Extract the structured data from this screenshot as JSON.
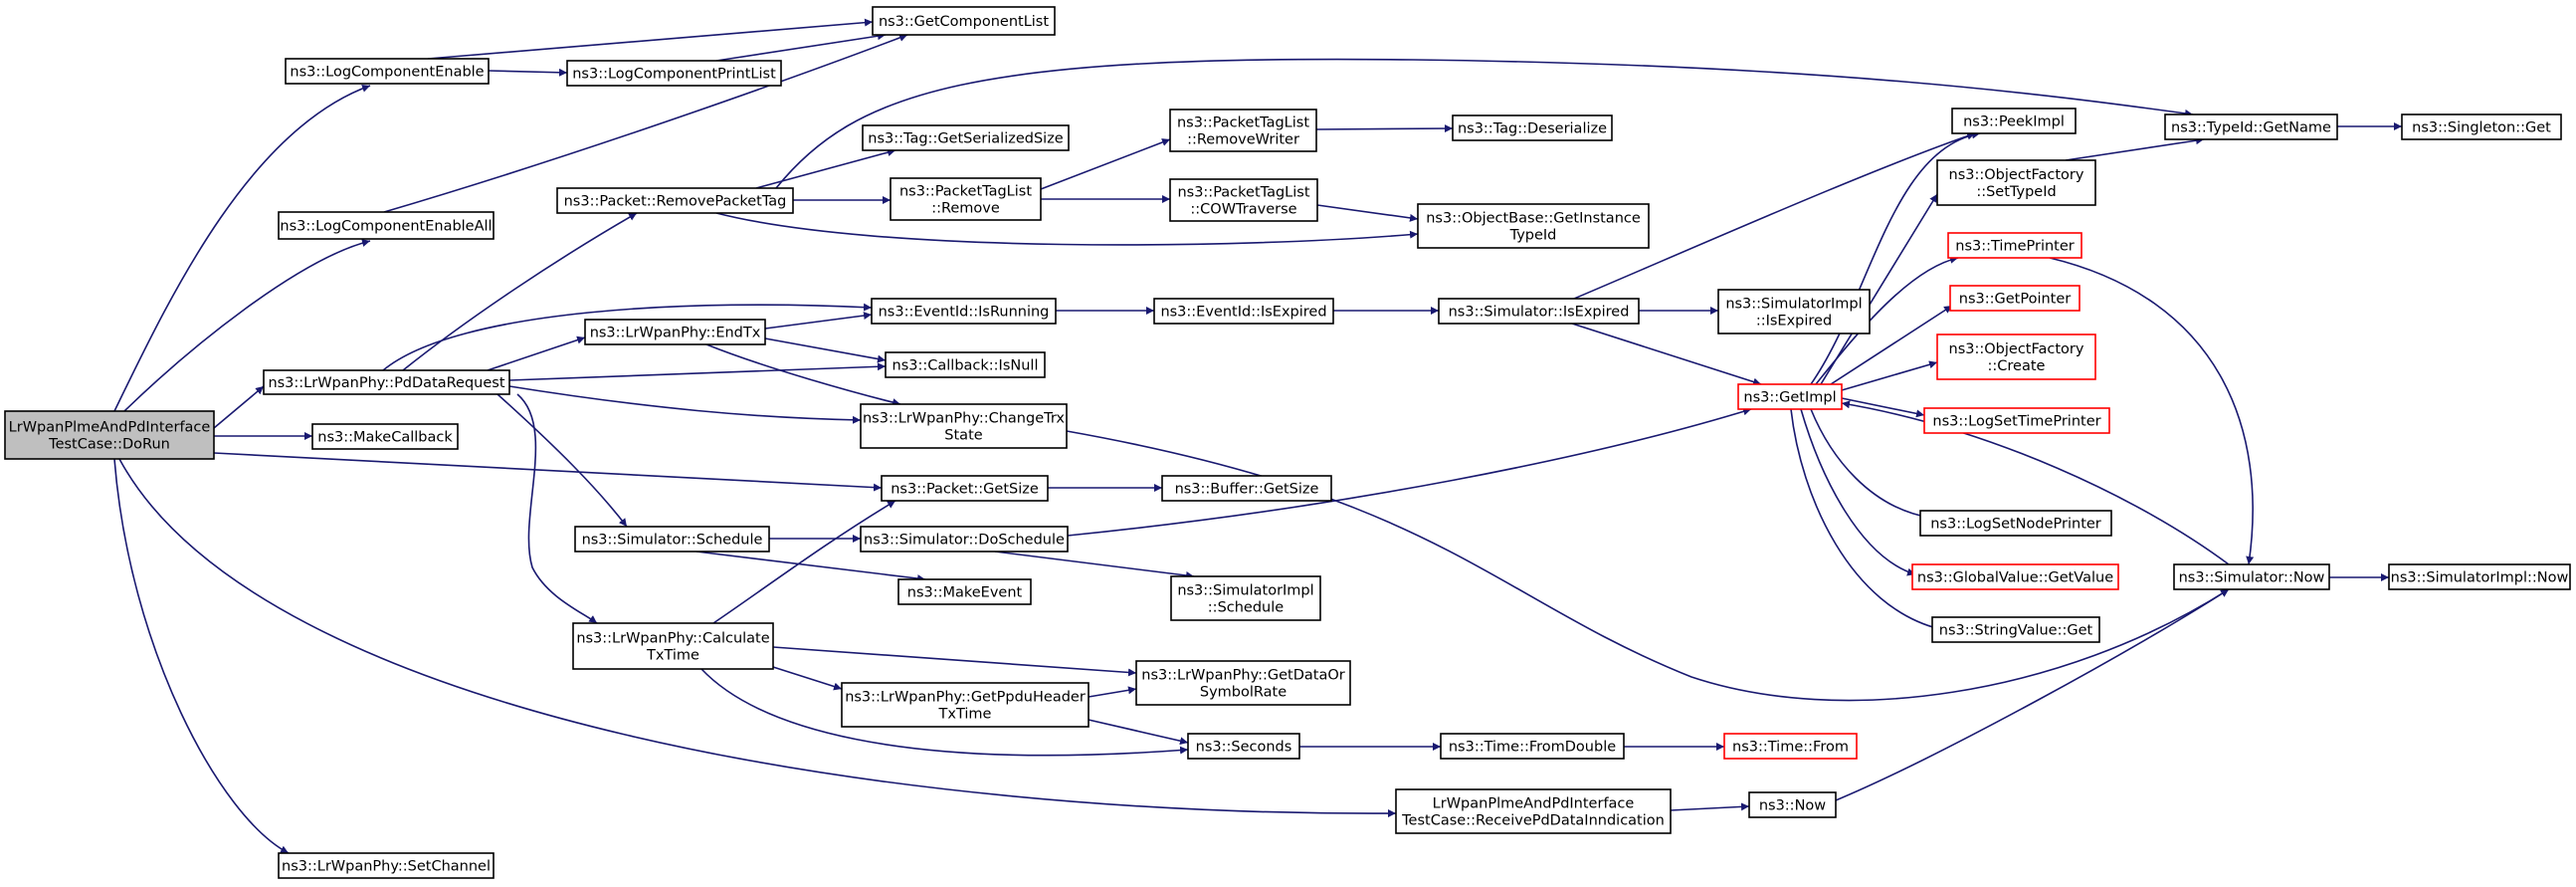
{
  "colors": {
    "edge": "#191970",
    "node_border": "#000000",
    "node_border_truncated": "#ff0000",
    "node_fill": "#ffffff",
    "root_fill": "#bfbfbf"
  },
  "nodes": [
    {
      "id": "root",
      "lines": [
        "LrWpanPlmeAndPdInterface",
        "TestCase::DoRun"
      ],
      "style": "root"
    },
    {
      "id": "n1",
      "lines": [
        "ns3::LogComponentEnable"
      ],
      "style": "normal"
    },
    {
      "id": "n2",
      "lines": [
        "ns3::LogComponentPrintList"
      ],
      "style": "normal"
    },
    {
      "id": "n3",
      "lines": [
        "ns3::GetComponentList"
      ],
      "style": "normal"
    },
    {
      "id": "n4",
      "lines": [
        "ns3::LogComponentEnableAll"
      ],
      "style": "normal"
    },
    {
      "id": "n5",
      "lines": [
        "ns3::LrWpanPhy::PdDataRequest"
      ],
      "style": "normal"
    },
    {
      "id": "n6",
      "lines": [
        "ns3::MakeCallback"
      ],
      "style": "normal"
    },
    {
      "id": "n7",
      "lines": [
        "ns3::LrWpanPhy::SetChannel"
      ],
      "style": "normal"
    },
    {
      "id": "n8",
      "lines": [
        "ns3::Packet::RemovePacketTag"
      ],
      "style": "normal"
    },
    {
      "id": "n9",
      "lines": [
        "ns3::Tag::GetSerializedSize"
      ],
      "style": "normal"
    },
    {
      "id": "n10",
      "lines": [
        "ns3::PacketTagList",
        "::Remove"
      ],
      "style": "normal"
    },
    {
      "id": "n11",
      "lines": [
        "ns3::PacketTagList",
        "::RemoveWriter"
      ],
      "style": "normal"
    },
    {
      "id": "n12",
      "lines": [
        "ns3::Tag::Deserialize"
      ],
      "style": "normal"
    },
    {
      "id": "n13",
      "lines": [
        "ns3::PacketTagList",
        "::COWTraverse"
      ],
      "style": "normal"
    },
    {
      "id": "n14",
      "lines": [
        "ns3::ObjectBase::GetInstance",
        "TypeId"
      ],
      "style": "normal"
    },
    {
      "id": "n15",
      "lines": [
        "ns3::TypeId::GetName"
      ],
      "style": "normal"
    },
    {
      "id": "n16",
      "lines": [
        "ns3::Singleton::Get"
      ],
      "style": "normal"
    },
    {
      "id": "n17",
      "lines": [
        "ns3::EventId::IsRunning"
      ],
      "style": "normal"
    },
    {
      "id": "n18",
      "lines": [
        "ns3::EventId::IsExpired"
      ],
      "style": "normal"
    },
    {
      "id": "n19",
      "lines": [
        "ns3::Simulator::IsExpired"
      ],
      "style": "normal"
    },
    {
      "id": "n20",
      "lines": [
        "ns3::SimulatorImpl",
        "::IsExpired"
      ],
      "style": "normal"
    },
    {
      "id": "n21",
      "lines": [
        "ns3::LrWpanPhy::EndTx"
      ],
      "style": "normal"
    },
    {
      "id": "n22",
      "lines": [
        "ns3::Callback::IsNull"
      ],
      "style": "normal"
    },
    {
      "id": "n23",
      "lines": [
        "ns3::LrWpanPhy::ChangeTrx",
        "State"
      ],
      "style": "normal"
    },
    {
      "id": "n24",
      "lines": [
        "ns3::Packet::GetSize"
      ],
      "style": "normal"
    },
    {
      "id": "n25",
      "lines": [
        "ns3::Buffer::GetSize"
      ],
      "style": "normal"
    },
    {
      "id": "n26",
      "lines": [
        "ns3::Simulator::Schedule"
      ],
      "style": "normal"
    },
    {
      "id": "n27",
      "lines": [
        "ns3::Simulator::DoSchedule"
      ],
      "style": "normal"
    },
    {
      "id": "n28",
      "lines": [
        "ns3::MakeEvent"
      ],
      "style": "normal"
    },
    {
      "id": "n29",
      "lines": [
        "ns3::SimulatorImpl",
        "::Schedule"
      ],
      "style": "normal"
    },
    {
      "id": "n30",
      "lines": [
        "ns3::LrWpanPhy::Calculate",
        "TxTime"
      ],
      "style": "normal"
    },
    {
      "id": "n31",
      "lines": [
        "ns3::LrWpanPhy::GetDataOr",
        "SymbolRate"
      ],
      "style": "normal"
    },
    {
      "id": "n32",
      "lines": [
        "ns3::LrWpanPhy::GetPpduHeader",
        "TxTime"
      ],
      "style": "normal"
    },
    {
      "id": "n33",
      "lines": [
        "ns3::Seconds"
      ],
      "style": "normal"
    },
    {
      "id": "n34",
      "lines": [
        "ns3::Time::FromDouble"
      ],
      "style": "normal"
    },
    {
      "id": "n35",
      "lines": [
        "ns3::Time::From"
      ],
      "style": "truncated"
    },
    {
      "id": "n36",
      "lines": [
        "LrWpanPlmeAndPdInterface",
        "TestCase::ReceivePdDataInndication"
      ],
      "style": "normal"
    },
    {
      "id": "n37",
      "lines": [
        "ns3::Now"
      ],
      "style": "normal"
    },
    {
      "id": "n38",
      "lines": [
        "ns3::GetImpl"
      ],
      "style": "truncated"
    },
    {
      "id": "n39",
      "lines": [
        "ns3::PeekImpl"
      ],
      "style": "normal"
    },
    {
      "id": "n40",
      "lines": [
        "ns3::ObjectFactory",
        "::SetTypeId"
      ],
      "style": "normal"
    },
    {
      "id": "n41",
      "lines": [
        "ns3::TimePrinter"
      ],
      "style": "truncated"
    },
    {
      "id": "n42",
      "lines": [
        "ns3::GetPointer"
      ],
      "style": "truncated"
    },
    {
      "id": "n43",
      "lines": [
        "ns3::ObjectFactory",
        "::Create"
      ],
      "style": "truncated"
    },
    {
      "id": "n44",
      "lines": [
        "ns3::LogSetTimePrinter"
      ],
      "style": "truncated"
    },
    {
      "id": "n45",
      "lines": [
        "ns3::LogSetNodePrinter"
      ],
      "style": "normal"
    },
    {
      "id": "n46",
      "lines": [
        "ns3::GlobalValue::GetValue"
      ],
      "style": "truncated"
    },
    {
      "id": "n47",
      "lines": [
        "ns3::StringValue::Get"
      ],
      "style": "normal"
    },
    {
      "id": "n48",
      "lines": [
        "ns3::Simulator::Now"
      ],
      "style": "normal"
    },
    {
      "id": "n49",
      "lines": [
        "ns3::SimulatorImpl::Now"
      ],
      "style": "normal"
    }
  ],
  "edges": [
    [
      "root",
      "n1"
    ],
    [
      "root",
      "n4"
    ],
    [
      "root",
      "n5"
    ],
    [
      "root",
      "n6"
    ],
    [
      "root",
      "n24"
    ],
    [
      "root",
      "n36"
    ],
    [
      "root",
      "n7"
    ],
    [
      "n1",
      "n2"
    ],
    [
      "n1",
      "n3"
    ],
    [
      "n2",
      "n3"
    ],
    [
      "n4",
      "n3"
    ],
    [
      "n5",
      "n8"
    ],
    [
      "n5",
      "n17"
    ],
    [
      "n5",
      "n21"
    ],
    [
      "n5",
      "n22"
    ],
    [
      "n5",
      "n23"
    ],
    [
      "n5",
      "n26"
    ],
    [
      "n5",
      "n30"
    ],
    [
      "n8",
      "n9"
    ],
    [
      "n8",
      "n10"
    ],
    [
      "n8",
      "n15"
    ],
    [
      "n8",
      "n14"
    ],
    [
      "n10",
      "n11"
    ],
    [
      "n10",
      "n13"
    ],
    [
      "n11",
      "n12"
    ],
    [
      "n13",
      "n14"
    ],
    [
      "n15",
      "n16"
    ],
    [
      "n17",
      "n18"
    ],
    [
      "n18",
      "n19"
    ],
    [
      "n19",
      "n20"
    ],
    [
      "n19",
      "n38"
    ],
    [
      "n19",
      "n39"
    ],
    [
      "n21",
      "n17"
    ],
    [
      "n21",
      "n22"
    ],
    [
      "n21",
      "n23"
    ],
    [
      "n23",
      "n48"
    ],
    [
      "n24",
      "n25"
    ],
    [
      "n26",
      "n27"
    ],
    [
      "n26",
      "n28"
    ],
    [
      "n27",
      "n29"
    ],
    [
      "n27",
      "n38"
    ],
    [
      "n30",
      "n24"
    ],
    [
      "n30",
      "n31"
    ],
    [
      "n30",
      "n32"
    ],
    [
      "n30",
      "n33"
    ],
    [
      "n32",
      "n31"
    ],
    [
      "n32",
      "n33"
    ],
    [
      "n33",
      "n34"
    ],
    [
      "n34",
      "n35"
    ],
    [
      "n36",
      "n37"
    ],
    [
      "n37",
      "n48"
    ],
    [
      "n38",
      "n39"
    ],
    [
      "n38",
      "n40"
    ],
    [
      "n38",
      "n41"
    ],
    [
      "n38",
      "n42"
    ],
    [
      "n38",
      "n43"
    ],
    [
      "n38",
      "n44"
    ],
    [
      "n38",
      "n45"
    ],
    [
      "n38",
      "n46"
    ],
    [
      "n38",
      "n47"
    ],
    [
      "n40",
      "n15"
    ],
    [
      "n41",
      "n48"
    ],
    [
      "n48",
      "n38"
    ],
    [
      "n48",
      "n49"
    ]
  ]
}
